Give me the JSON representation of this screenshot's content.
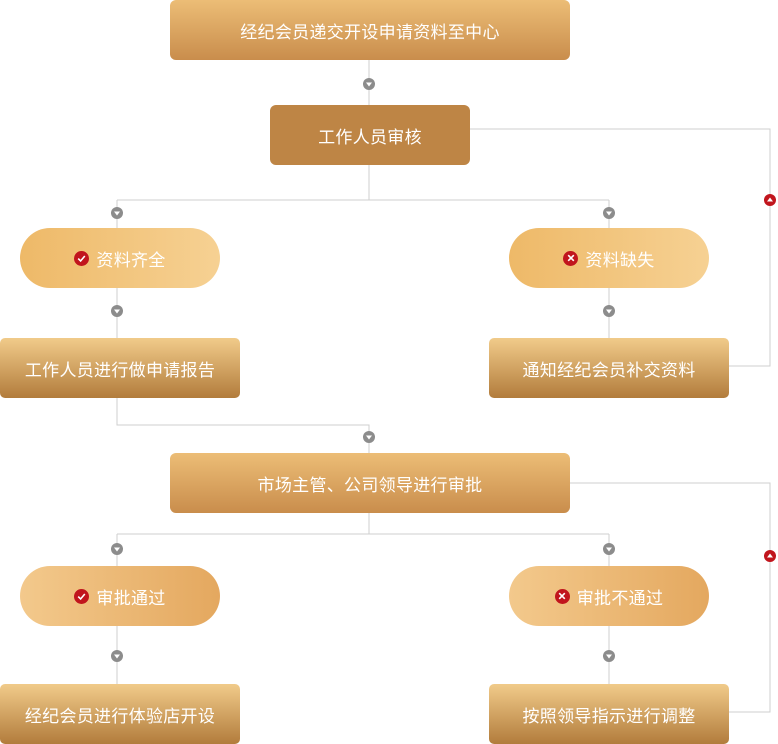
{
  "nodes": {
    "submit": "经纪会员递交开设申请资料至中心",
    "staff_review": "工作人员审核",
    "complete": "资料齐全",
    "missing": "资料缺失",
    "report": "工作人员进行做申请报告",
    "notify": "通知经纪会员补交资料",
    "approval": "市场主管、公司领导进行审批",
    "approved": "审批通过",
    "rejected": "审批不通过",
    "open_store": "经纪会员进行体验店开设",
    "adjust": "按照领导指示进行调整"
  },
  "icons": {
    "pass": "check-circle-icon",
    "fail": "cross-circle-icon",
    "arrow_down": "arrow-down-icon",
    "arrow_up": "arrow-up-icon"
  },
  "colors": {
    "line": "#cfcfcf",
    "arrow_down": "#8c8c8c",
    "arrow_up": "#c1151d",
    "status_icon": "#c1151d"
  }
}
